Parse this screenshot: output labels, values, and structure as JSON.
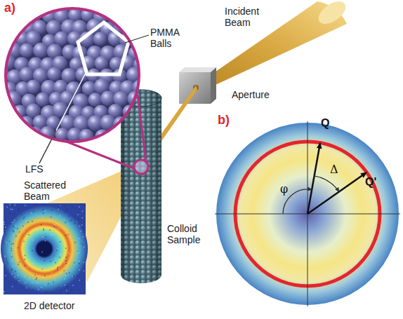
{
  "diagram": {
    "labels": [
      "a)",
      "PMMA Balls",
      "Incident Beam",
      "LFS",
      "Aperture",
      "Scattered Beam",
      "b)",
      "Q",
      "Colloid Sample",
      "φ",
      "Δ",
      "Q'",
      "2D detector"
    ]
  }
}
